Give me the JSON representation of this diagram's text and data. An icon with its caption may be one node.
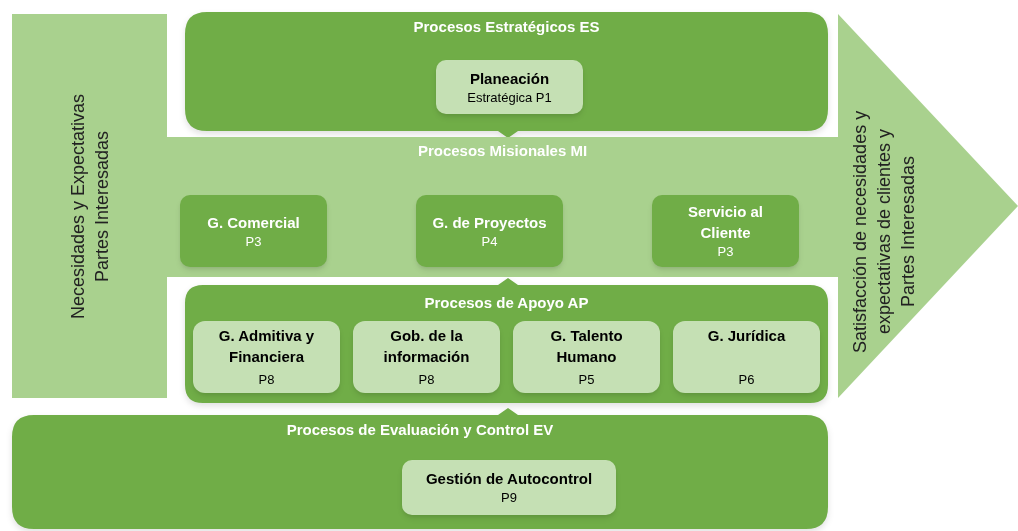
{
  "diagram": {
    "nodes": [
      {
        "text": [
          "Necesidades y Expectativas Partes Interesadas"
        ]
      },
      {
        "text": [
          "Procesos Estratégicos ES"
        ]
      },
      {
        "text": [
          "Planeación",
          "Estratégica P1"
        ],
        "in": 1
      },
      {
        "text": [
          "Procesos Misionales MI"
        ]
      },
      {
        "text": [
          "G. Comercial",
          "P3"
        ],
        "in": 3
      },
      {
        "text": [
          "G. de Proyectos",
          "P4"
        ],
        "in": 3
      },
      {
        "text": [
          "Servicio al Cliente",
          "P3"
        ],
        "in": 3
      },
      {
        "text": [
          "Procesos de Apoyo AP"
        ]
      },
      {
        "text": [
          "G. Admitiva y Financiera",
          "P8"
        ],
        "in": 7
      },
      {
        "text": [
          "Gob. de la información",
          "P8"
        ],
        "in": 7
      },
      {
        "text": [
          "G. Talento Humano",
          "P5"
        ],
        "in": 7
      },
      {
        "text": [
          "G. Jurídica",
          "P6"
        ],
        "in": 7
      },
      {
        "text": [
          "Procesos de Evaluación y Control EV"
        ]
      },
      {
        "text": [
          "Gestión de Autocontrol",
          "P9"
        ],
        "in": 12
      },
      {
        "text": [
          "Satisfacción de necesidades y expectativas de clientes y Partes Interesadas"
        ]
      }
    ]
  }
}
